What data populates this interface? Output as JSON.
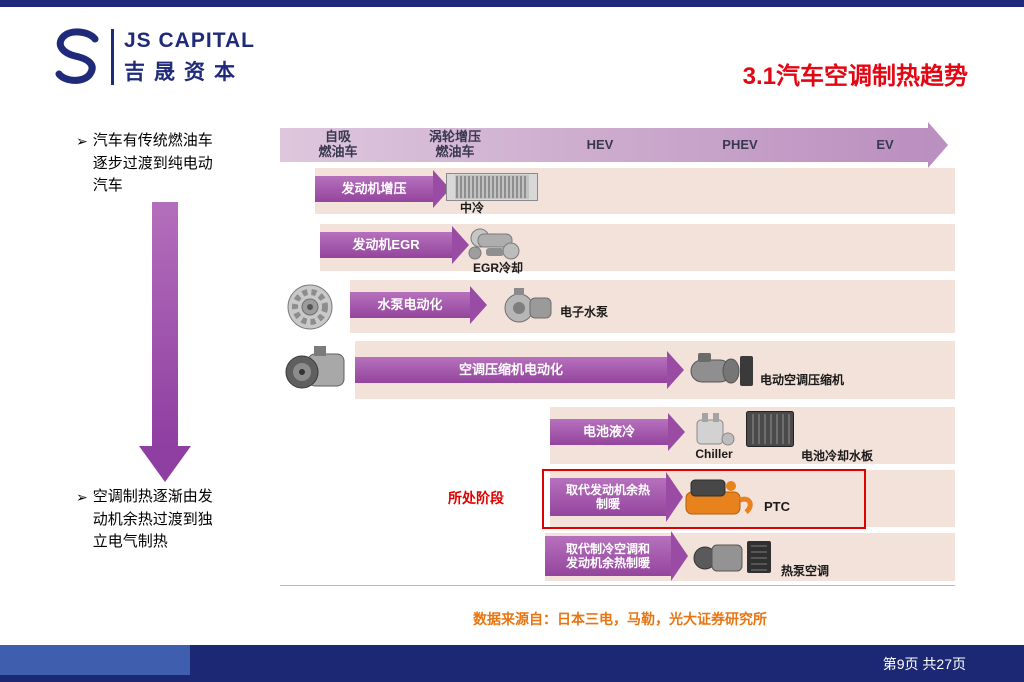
{
  "page": {
    "title": "3.1汽车空调制热趋势",
    "source_note": "数据来源自：日本三电，马勒，光大证券研究所",
    "page_indicator": "第9页 共27页"
  },
  "logo": {
    "name_en": "JS CAPITAL",
    "name_cn": "吉晟资本"
  },
  "sidebar": {
    "bullet_glyph": "➢",
    "bullet1": "汽车有传统燃油车逐步过渡到纯电动汽车",
    "bullet2": "空调制热逐渐由发动机余热过渡到独立电气制热"
  },
  "diagram": {
    "stages": [
      {
        "label": "自吸\n燃油车"
      },
      {
        "label": "涡轮增压\n燃油车"
      },
      {
        "label": "HEV"
      },
      {
        "label": "PHEV"
      },
      {
        "label": "EV"
      }
    ],
    "annotation": "所处阶段",
    "rows": [
      {
        "arrow": "发动机增压",
        "items": [
          {
            "icon": "intercooler-icon",
            "label": "中冷"
          }
        ]
      },
      {
        "arrow": "发动机EGR",
        "items": [
          {
            "icon": "egr-cooler-icon",
            "label": "EGR冷却"
          }
        ]
      },
      {
        "arrow": "水泵电动化",
        "left_icon": "engine-water-pump-icon",
        "items": [
          {
            "icon": "electric-water-pump-icon",
            "label": "电子水泵"
          }
        ]
      },
      {
        "arrow": "空调压缩机电动化",
        "left_icon": "belt-compressor-icon",
        "items": [
          {
            "icon": "electric-compressor-icon",
            "label": "电动空调压缩机"
          }
        ]
      },
      {
        "arrow": "电池液冷",
        "items": [
          {
            "icon": "chiller-icon",
            "label": "Chiller"
          },
          {
            "icon": "battery-cooling-plate-icon",
            "label": "电池冷却水板"
          }
        ]
      },
      {
        "arrow": "取代发动机余热\n制暖",
        "items": [
          {
            "icon": "ptc-heater-icon",
            "label": "PTC"
          }
        ]
      },
      {
        "arrow": "取代制冷空调和\n发动机余热制暖",
        "items": [
          {
            "icon": "heat-pump-ac-icon",
            "label": "热泵空调"
          }
        ]
      }
    ]
  },
  "colors": {
    "navy": "#1f2a7a",
    "title_red": "#e30613",
    "arrow_purple": "#9a4ba3",
    "band_pink": "#f3e2d9",
    "source_orange": "#e87511"
  }
}
